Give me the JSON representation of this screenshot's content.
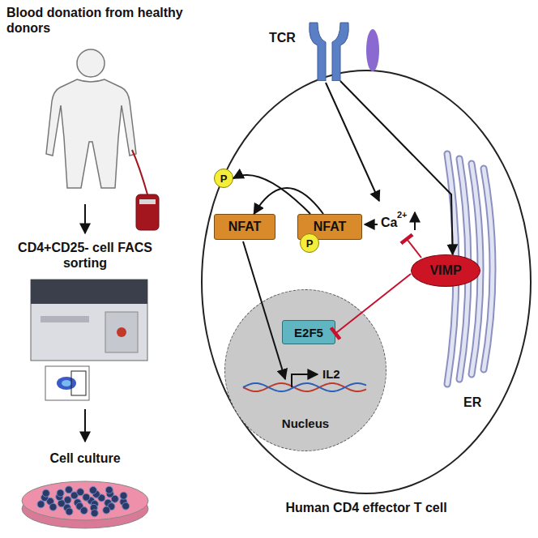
{
  "diagram": {
    "nodes": [
      {
        "text": [
          "Human CD4 effector T cell"
        ]
      },
      {
        "text": [
          "TCR"
        ]
      },
      {
        "text": [
          "P"
        ],
        "in": 0
      },
      {
        "text": [
          "NFAT"
        ],
        "in": 0
      },
      {
        "text": [
          "NFAT"
        ],
        "in": 0
      },
      {
        "text": [
          "P"
        ],
        "in": 0
      },
      {
        "text": [
          "VIMP"
        ],
        "in": 0
      },
      {
        "text": [
          "Nucleus"
        ],
        "in": 0
      },
      {
        "text": [
          "E2F5"
        ],
        "in": 7
      },
      {
        "text": [
          "ER"
        ],
        "in": 0
      }
    ],
    "edges": [
      {
        "from": 1,
        "to": 6,
        "arrow": "to"
      },
      {
        "from": 4,
        "to": 3,
        "arrow": "to"
      },
      {
        "from": 4,
        "to": 2,
        "arrow": "to"
      },
      {
        "from": 6,
        "to": 8,
        "arrow": "to"
      }
    ],
    "labels": [
      "Blood donation from healthy donors",
      "CD4+CD25- cell FACS sorting",
      "Cell culture",
      "Ca",
      "2+",
      "IL2"
    ]
  }
}
